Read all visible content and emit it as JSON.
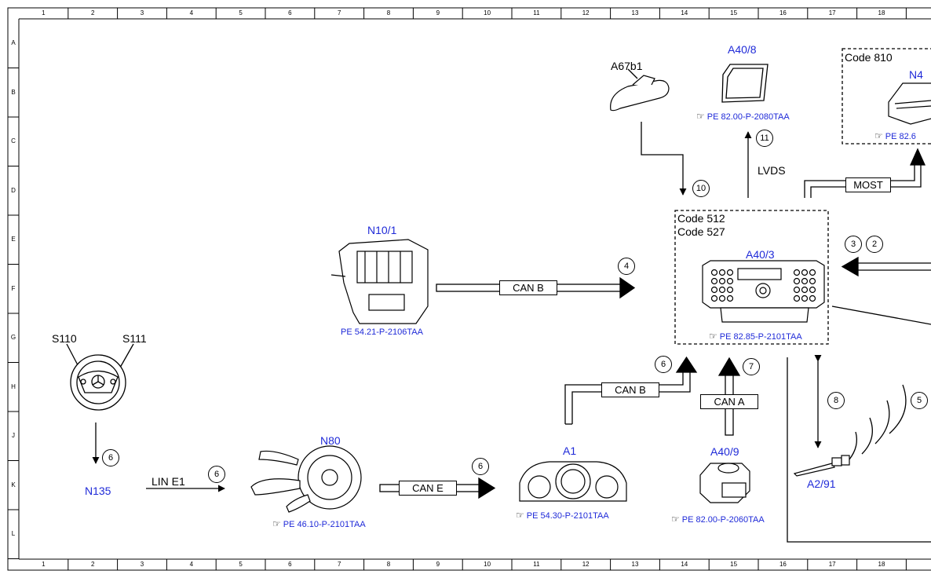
{
  "grid": {
    "columns": [
      "1",
      "2",
      "3",
      "4",
      "5",
      "6",
      "7",
      "8",
      "9",
      "10",
      "11",
      "12",
      "13",
      "14",
      "15",
      "16",
      "17",
      "18"
    ],
    "rows": [
      "A",
      "B",
      "C",
      "D",
      "E",
      "F",
      "G",
      "H",
      "J",
      "K",
      "L"
    ]
  },
  "components": {
    "a67b1": {
      "label": "A67b1"
    },
    "a40_8": {
      "label": "A40/8",
      "ref": "PE 82.00-P-2080TAA"
    },
    "n40": {
      "code": "Code 810",
      "label": "N4",
      "ref": "PE 82.6"
    },
    "n10_1": {
      "label": "N10/1",
      "ref": "PE 54.21-P-2106TAA"
    },
    "a40_3": {
      "code1": "Code 512",
      "code2": "Code 527",
      "label": "A40/3",
      "ref": "PE 82.85-P-2101TAA"
    },
    "s110": {
      "label": "S110"
    },
    "s111": {
      "label": "S111"
    },
    "n135": {
      "label": "N135"
    },
    "n80": {
      "label": "N80",
      "ref": "PE 46.10-P-2101TAA"
    },
    "a1": {
      "label": "A1",
      "ref": "PE 54.30-P-2101TAA"
    },
    "a40_9": {
      "label": "A40/9",
      "ref": "PE 82.00-P-2060TAA"
    },
    "a2_91": {
      "label": "A2/91"
    }
  },
  "buses": {
    "lvds": "LVDS",
    "most": "MOST",
    "can_b_1": "CAN B",
    "can_b_2": "CAN B",
    "can_a": "CAN A",
    "can_e": "CAN E",
    "lin_e1": "LIN E1"
  },
  "callouts": {
    "c11": "11",
    "c10": "10",
    "c3": "3",
    "c2": "2",
    "c4": "4",
    "c6a": "6",
    "c7": "7",
    "c8": "8",
    "c5": "5",
    "c6b": "6",
    "c6c": "6",
    "c6d": "6"
  },
  "icons": {
    "reference": "pointing-hand-icon"
  }
}
